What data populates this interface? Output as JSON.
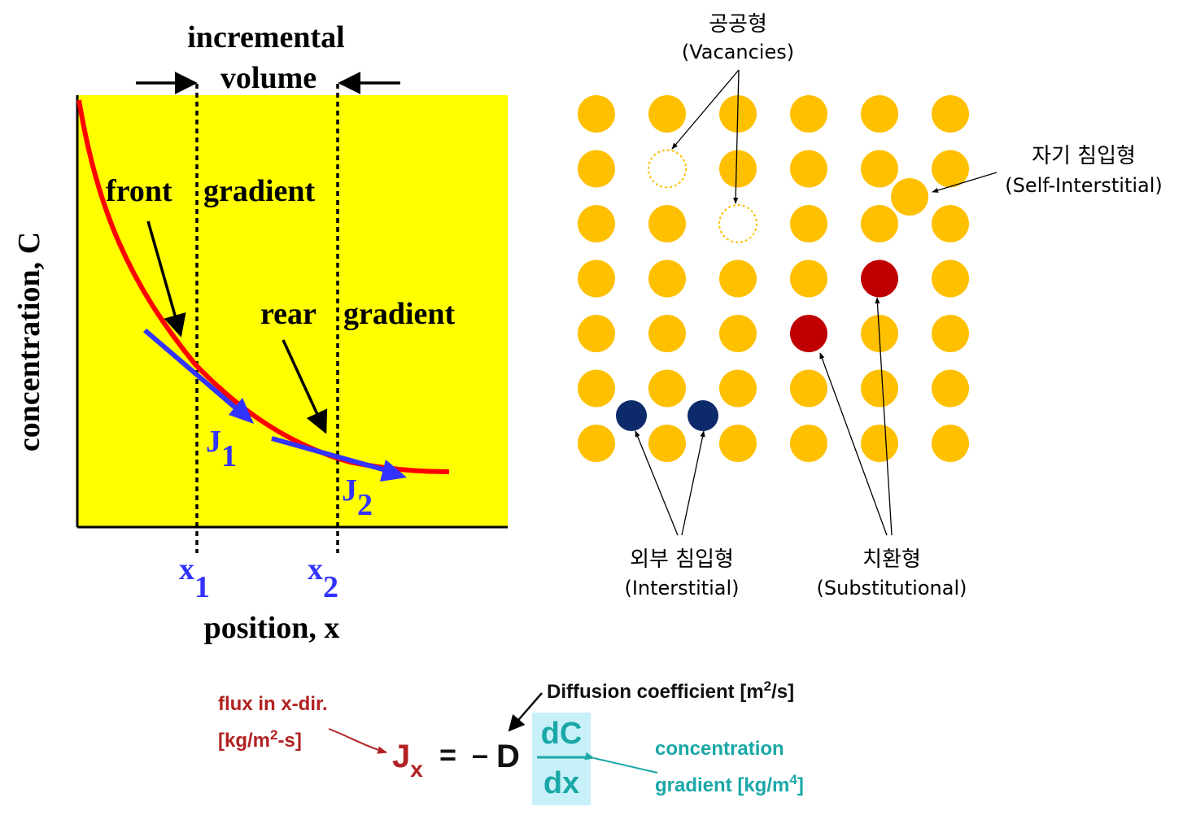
{
  "diffusion_plot": {
    "title_line1": "incremental",
    "title_line2": "volume",
    "front_label": "front",
    "front_gradient_label": "gradient",
    "rear_label": "rear",
    "rear_gradient_label": "gradient",
    "flux1_symbol": "J",
    "flux1_sub": "1",
    "flux2_symbol": "J",
    "flux2_sub": "2",
    "pos1_symbol": "x",
    "pos1_sub": "1",
    "pos2_symbol": "x",
    "pos2_sub": "2",
    "xlabel": "position, x",
    "ylabel": "concentration, C",
    "colors": {
      "background": "#ffff00",
      "curve": "#ff0000",
      "flux_arrows": "#3333ff",
      "labels": "#000000"
    }
  },
  "defects": {
    "lattice": {
      "rows": 7,
      "cols": 6,
      "atom_color": "#ffc000"
    },
    "vacancy_cells": [
      [
        1,
        1
      ],
      [
        2,
        2
      ]
    ],
    "substitutional_cells": [
      [
        3,
        4
      ],
      [
        4,
        3
      ]
    ],
    "substitutional_color": "#c00000",
    "interstitial_color": "#0d2a6b",
    "self_interstitial_color": "#ffc000",
    "vacancies_ko": "공공형",
    "vacancies_en": "(Vacancies)",
    "self_interstitial_ko": "자기 침입형",
    "self_interstitial_en": "(Self-Interstitial)",
    "interstitial_ko": "외부 침입형",
    "interstitial_en": "(Interstitial)",
    "substitutional_ko": "치환형",
    "substitutional_en": "(Substitutional)"
  },
  "fick_law": {
    "flux_label_line1": "flux in x-dir.",
    "flux_units_pre": "[kg/m",
    "flux_units_sup": "2",
    "flux_units_post": "-s]",
    "J": "J",
    "J_sub": "x",
    "equals": "=",
    "minus": "–",
    "D": "D",
    "dC": "dC",
    "dx": "dx",
    "coef_label_pre": "Diffusion coefficient [m",
    "coef_label_sup": "2",
    "coef_label_post": "/s]",
    "gradient_label_line1": "concentration",
    "gradient_units_pre": "gradient [kg/m",
    "gradient_units_sup": "4",
    "gradient_units_post": "]",
    "colors": {
      "flux": "#b22222",
      "gradient": "#1aa7a7",
      "highlight": "#c8f0f8",
      "main": "#111111"
    }
  }
}
